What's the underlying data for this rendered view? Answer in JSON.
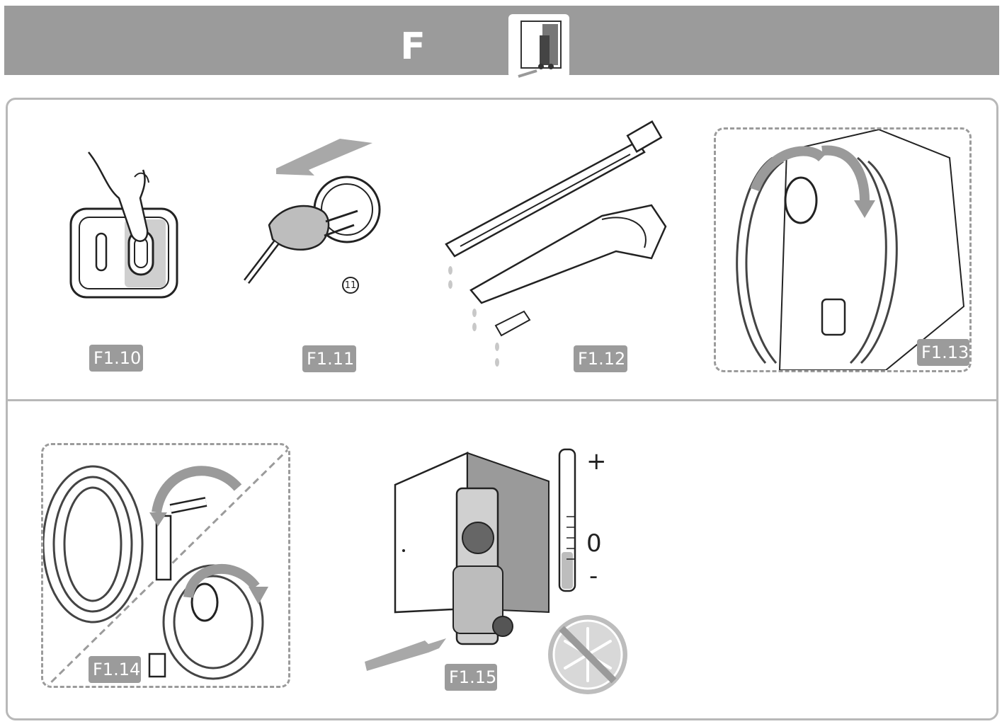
{
  "header": {
    "section_letter": "F",
    "icon": "storage-indoor-icon"
  },
  "figures": [
    {
      "id": "f1-10",
      "label": "F1.10",
      "icon": "press-switch-off-icon"
    },
    {
      "id": "f1-11",
      "label": "F1.11",
      "icon": "unplug-icon",
      "callout": "11"
    },
    {
      "id": "f1-12",
      "label": "F1.12",
      "icon": "drain-lance-gun-icon"
    },
    {
      "id": "f1-13",
      "label": "F1.13",
      "icon": "wind-cable-icon"
    },
    {
      "id": "f1-14",
      "label": "F1.14",
      "icon": "wind-hose-icon"
    },
    {
      "id": "f1-15",
      "label": "F1.15",
      "icon": "store-indoors-icon"
    }
  ],
  "thermometer": {
    "plus": "+",
    "zero": "0",
    "minus": "-"
  },
  "colors": {
    "header": "#9b9b9b",
    "border": "#b8b8b8",
    "arrow": "#a8a8a8",
    "line": "#222222"
  }
}
